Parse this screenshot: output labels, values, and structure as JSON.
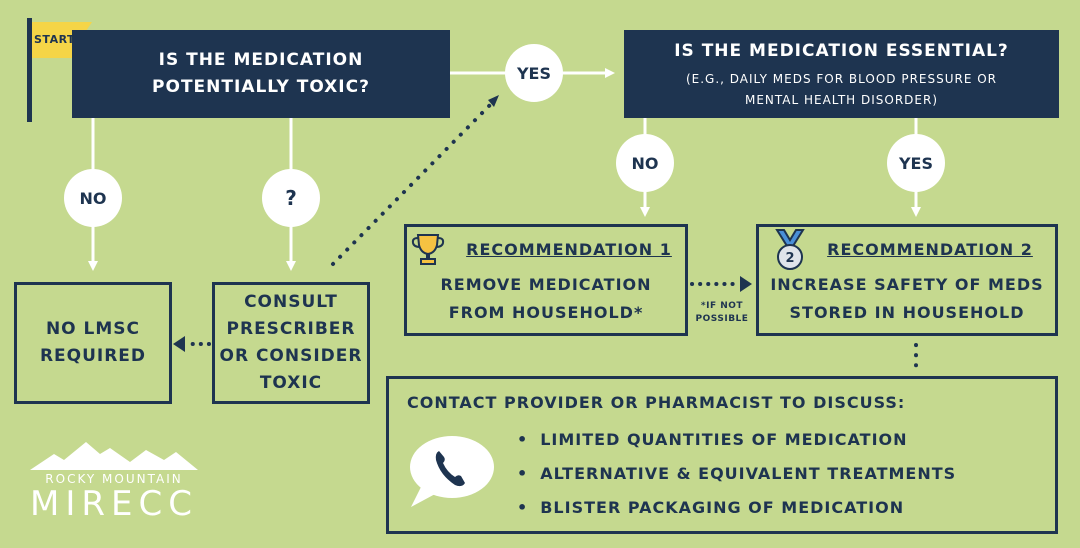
{
  "start_flag": "START",
  "q1": {
    "line1": "IS THE MEDICATION",
    "line2": "POTENTIALLY TOXIC?"
  },
  "q2": {
    "title": "IS THE MEDICATION ESSENTIAL?",
    "sub1": "(E.G., DAILY MEDS FOR BLOOD PRESSURE OR",
    "sub2": "MENTAL HEALTH DISORDER)"
  },
  "labels": {
    "yes_top": "YES",
    "no_left": "NO",
    "question": "?",
    "no_mid": "NO",
    "yes_right": "YES"
  },
  "no_lmsc": {
    "line1": "NO LMSC",
    "line2": "REQUIRED"
  },
  "consult": {
    "line1": "CONSULT",
    "line2": "PRESCRIBER",
    "line3": "OR CONSIDER",
    "line4": "TOXIC"
  },
  "rec1": {
    "title": "RECOMMENDATION 1",
    "line1": "REMOVE MEDICATION",
    "line2": "FROM HOUSEHOLD*"
  },
  "rec2": {
    "title": "RECOMMENDATION 2",
    "line1": "INCREASE SAFETY OF MEDS",
    "line2": "STORED IN HOUSEHOLD"
  },
  "if_not": {
    "line1": "*IF NOT",
    "line2": "POSSIBLE"
  },
  "contact": {
    "title": "CONTACT PROVIDER OR PHARMACIST TO DISCUSS:",
    "items": [
      "LIMITED QUANTITIES OF MEDICATION",
      "ALTERNATIVE & EQUIVALENT TREATMENTS",
      "BLISTER PACKAGING OF MEDICATION"
    ]
  },
  "logo": {
    "line1": "ROCKY MOUNTAIN",
    "line2": "MIRECC"
  },
  "colors": {
    "background": "#c5d98f",
    "navy": "#1e3450",
    "flag": "#f5d547",
    "white": "#ffffff"
  },
  "icons": {
    "rec1": "trophy-icon",
    "rec2": "medal-icon",
    "contact": "phone-icon",
    "logo": "mountain-icon"
  }
}
